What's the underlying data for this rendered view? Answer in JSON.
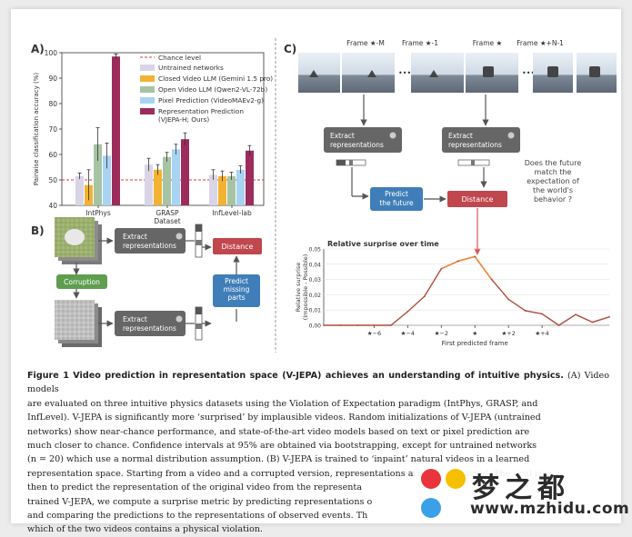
{
  "panel_labels": {
    "a": "A)",
    "b": "B)",
    "c": "C)"
  },
  "chart_data": [
    {
      "type": "bar",
      "ylabel": "Pairwise classification accuracy (%)",
      "xlabel": "Dataset",
      "ylim": [
        40,
        100
      ],
      "yticks": [
        40,
        50,
        60,
        70,
        80,
        90,
        100
      ],
      "categories": [
        "IntPhys",
        "GRASP",
        "InfLevel-lab"
      ],
      "chance_level": 50,
      "chance_label": "Chance level",
      "legend_position": "top-right",
      "series": [
        {
          "name": "Untrained networks",
          "color": "#d9d4e6",
          "values": [
            51.5,
            56,
            52
          ],
          "err": [
            1.2,
            2.5,
            2
          ]
        },
        {
          "name": "Closed Video LLM (Gemini 1.5 pro)",
          "color": "#f2b233",
          "values": [
            48,
            54,
            51.5
          ],
          "err": [
            6,
            2,
            2
          ]
        },
        {
          "name": "Open Video LLM (Qwen2-VL-72b)",
          "color": "#a6c4a4",
          "values": [
            64,
            59,
            51.5
          ],
          "err": [
            6.5,
            1.8,
            1.5
          ]
        },
        {
          "name": "Pixel Prediction (VideoMAEv2-g)",
          "color": "#a9d3f2",
          "values": [
            59.5,
            62,
            54
          ],
          "err": [
            5,
            2,
            1.5
          ]
        },
        {
          "name": "Representation Prediction (VJEPA-H; Ours)",
          "color": "#9b2c5c",
          "values": [
            98.5,
            66,
            61.5
          ],
          "err": [
            1,
            2.5,
            2
          ]
        }
      ]
    },
    {
      "type": "line",
      "title": "Relative surprise over time",
      "ylabel": "Relative surprise\n(Impossible - Possible)",
      "xlabel": "First predicted frame",
      "ylim": [
        0,
        0.05
      ],
      "yticks": [
        0.0,
        0.01,
        0.02,
        0.03,
        0.04,
        0.05
      ],
      "ytick_labels": [
        "0,00",
        "0,01",
        "0,02",
        "0,03",
        "0,04",
        "0,05"
      ],
      "x": [
        -9,
        -8,
        -7,
        -6,
        -5,
        -4,
        -3,
        -2,
        -1,
        0,
        1,
        2,
        3,
        4,
        5,
        6,
        7,
        8
      ],
      "xtick_values": [
        -6,
        -4,
        -2,
        0,
        2,
        4
      ],
      "xtick_labels": [
        "★−6",
        "★−4",
        "★−2",
        "★",
        "★+2",
        "★+4"
      ],
      "series": [
        {
          "name": "surprise",
          "values": [
            0,
            0,
            0,
            0,
            0,
            0.009,
            0.019,
            0.037,
            0.042,
            0.045,
            0.03,
            0.017,
            0.0095,
            0.0075,
            0.0,
            0.007,
            0.002,
            0.0055
          ],
          "color": "#b14a3c"
        }
      ]
    }
  ],
  "panel_b": {
    "extract_top": "Extract\nrepresentations",
    "extract_bottom": "Extract\nrepresentations",
    "corruption": "Corruption",
    "distance": "Distance",
    "predict": "Predict\nmissing\nparts"
  },
  "panel_c": {
    "frames": [
      "Frame ★-M",
      "Frame ★-1",
      "Frame ★",
      "Frame ★+N-1"
    ],
    "extract_left": "Extract\nrepresentations",
    "extract_right": "Extract\nrepresentations",
    "predict": "Predict\nthe future",
    "distance": "Distance",
    "question": "Does the future\nmatch the\nexpectation of\nthe world's\nbehavior ?"
  },
  "caption": {
    "title": "Figure 1  Video prediction in representation space (V-JEPA) achieves an understanding of intuitive physics.",
    "lines": [
      " (A) Video models",
      "are evaluated on three intuitive physics datasets using the Violation of Expectation paradigm (IntPhys, GRASP, and",
      "InfLevel). V-JEPA is significantly more ‘surprised’ by implausible videos. Random initializations of V-JEPA (untrained",
      "networks) show near-chance performance, and state-of-the-art video models based on text or pixel prediction are",
      "much closer to chance. Confidence intervals at 95% are obtained via bootstrapping, except for untrained networks",
      "(n = 20) which use a normal distribution assumption. (B) V-JEPA is trained to ‘inpaint’ natural videos in a learned",
      "representation space. Starting from a video and a corrupted version, representations are first extracted. The goal is",
      "then to predict the representation of the original video from the representa",
      "trained V-JEPA, we compute a surprise metric by predicting representations o",
      "and comparing the predictions to the representations of observed events. Th",
      "which of the two videos contains a physical violation."
    ]
  },
  "watermark": {
    "brand": "梦之都",
    "url": "www.mzhidu.com"
  }
}
